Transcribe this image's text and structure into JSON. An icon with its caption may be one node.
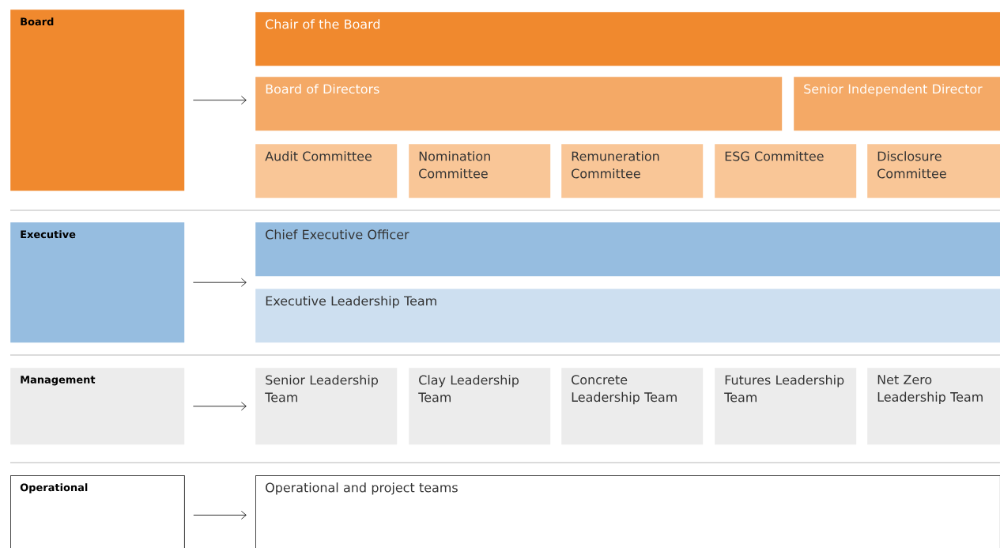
{
  "diagram": {
    "nodes": [
      {
        "text": [
          "Board"
        ]
      },
      {
        "text": [
          "Chair of the Board"
        ]
      },
      {
        "text": [
          "Board of Directors"
        ]
      },
      {
        "text": [
          "Senior Independent Director"
        ]
      },
      {
        "text": [
          "Audit Committee"
        ]
      },
      {
        "text": [
          "Nomination Committee"
        ]
      },
      {
        "text": [
          "Remuneration Committee"
        ]
      },
      {
        "text": [
          "ESG Committee"
        ]
      },
      {
        "text": [
          "Disclosure Committee"
        ]
      },
      {
        "text": [
          "Executive"
        ]
      },
      {
        "text": [
          "Chief Executive Officer"
        ]
      },
      {
        "text": [
          "Executive Leadership Team"
        ]
      },
      {
        "text": [
          "Management"
        ]
      },
      {
        "text": [
          "Senior Leadership Team"
        ]
      },
      {
        "text": [
          "Clay Leadership Team"
        ]
      },
      {
        "text": [
          "Concrete Leadership Team"
        ]
      },
      {
        "text": [
          "Futures Leadership Team"
        ]
      },
      {
        "text": [
          "Net Zero Leadership Team"
        ]
      },
      {
        "text": [
          "Operational"
        ]
      },
      {
        "text": [
          "Operational and project teams"
        ]
      }
    ],
    "edges": [
      {
        "from": 0,
        "to": 2,
        "arrow": "to"
      },
      {
        "from": 9,
        "to": 10,
        "arrow": "to"
      },
      {
        "from": 12,
        "to": 13,
        "arrow": "to"
      },
      {
        "from": 18,
        "to": 19,
        "arrow": "to"
      }
    ]
  }
}
